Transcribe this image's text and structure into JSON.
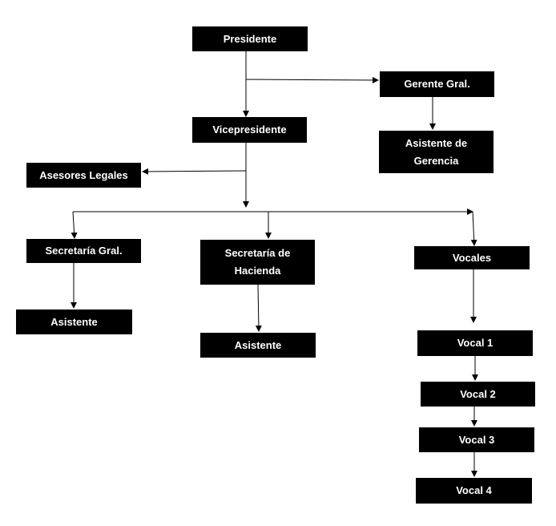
{
  "org_chart": {
    "president": "Presidente",
    "general_manager": "Gerente Gral.",
    "management_assistant": "Asistente de Gerencia",
    "vice_president": "Vicepresidente",
    "legal_advisors": "Asesores Legales",
    "general_secretary": "Secretaría Gral.",
    "general_secretary_assistant": "Asistente",
    "treasury_secretary": "Secretaría de Hacienda",
    "treasury_secretary_assistant": "Asistente",
    "board_members": "Vocales",
    "member_1": "Vocal 1",
    "member_2": "Vocal 2",
    "member_3": "Vocal 3",
    "member_4": "Vocal 4"
  },
  "colors": {
    "box_fill": "#000000",
    "box_text": "#ffffff",
    "connector": "#000000"
  }
}
